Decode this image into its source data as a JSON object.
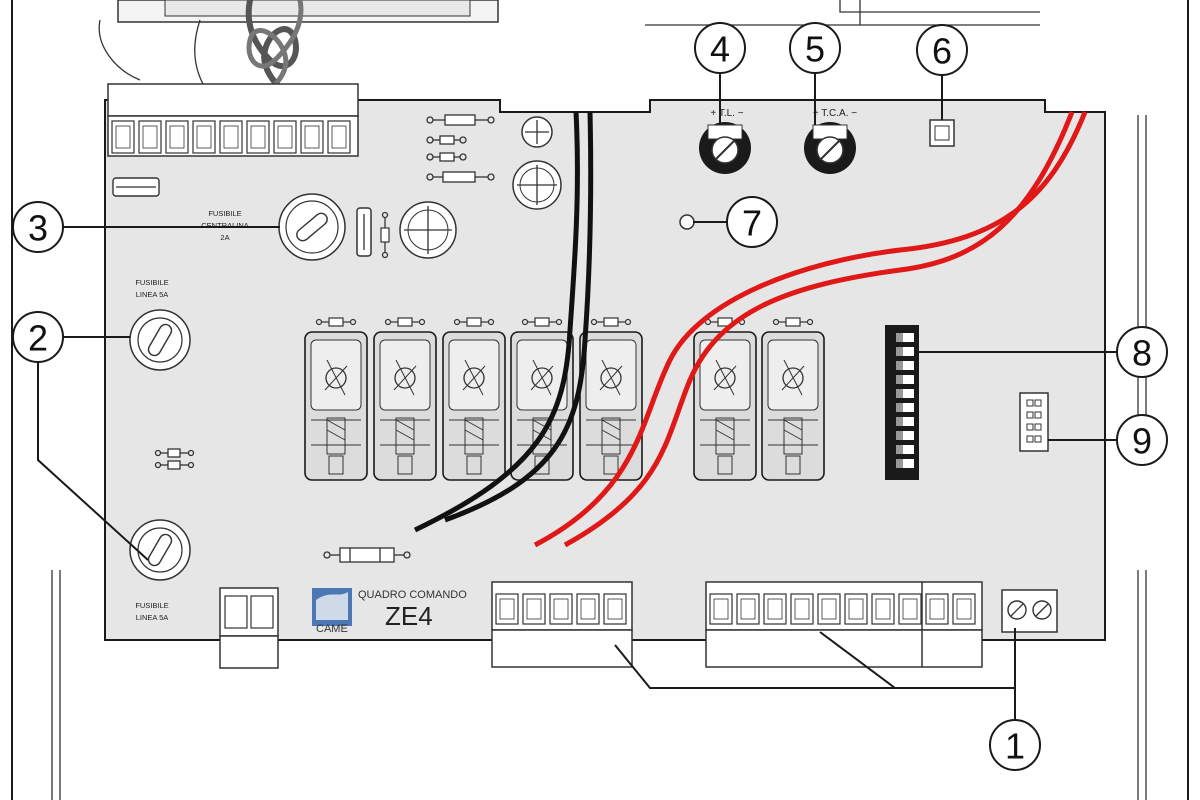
{
  "board": {
    "brand_line": "QUADRO COMANDO",
    "model": "ZE4",
    "logo_text": "CAME"
  },
  "labels": {
    "fuse_central": [
      "FUSIBILE",
      "CENTRALINA",
      "2A"
    ],
    "fuse_line_top": [
      "FUSIBILE",
      "LINEA 5A"
    ],
    "fuse_line_bottom": [
      "FUSIBILE",
      "LINEA 5A"
    ],
    "pot_tl": "+ T.L. −",
    "pot_tca": "+ T.C.A. −"
  },
  "callouts": [
    "1",
    "2",
    "3",
    "4",
    "5",
    "6",
    "7",
    "8",
    "9"
  ],
  "colors": {
    "outline": "#1a1a1a",
    "red_wire": "#e01818",
    "black_wire": "#111111",
    "board_fill": "#e6e6e6",
    "relay_fill": "#d8d8d8"
  }
}
